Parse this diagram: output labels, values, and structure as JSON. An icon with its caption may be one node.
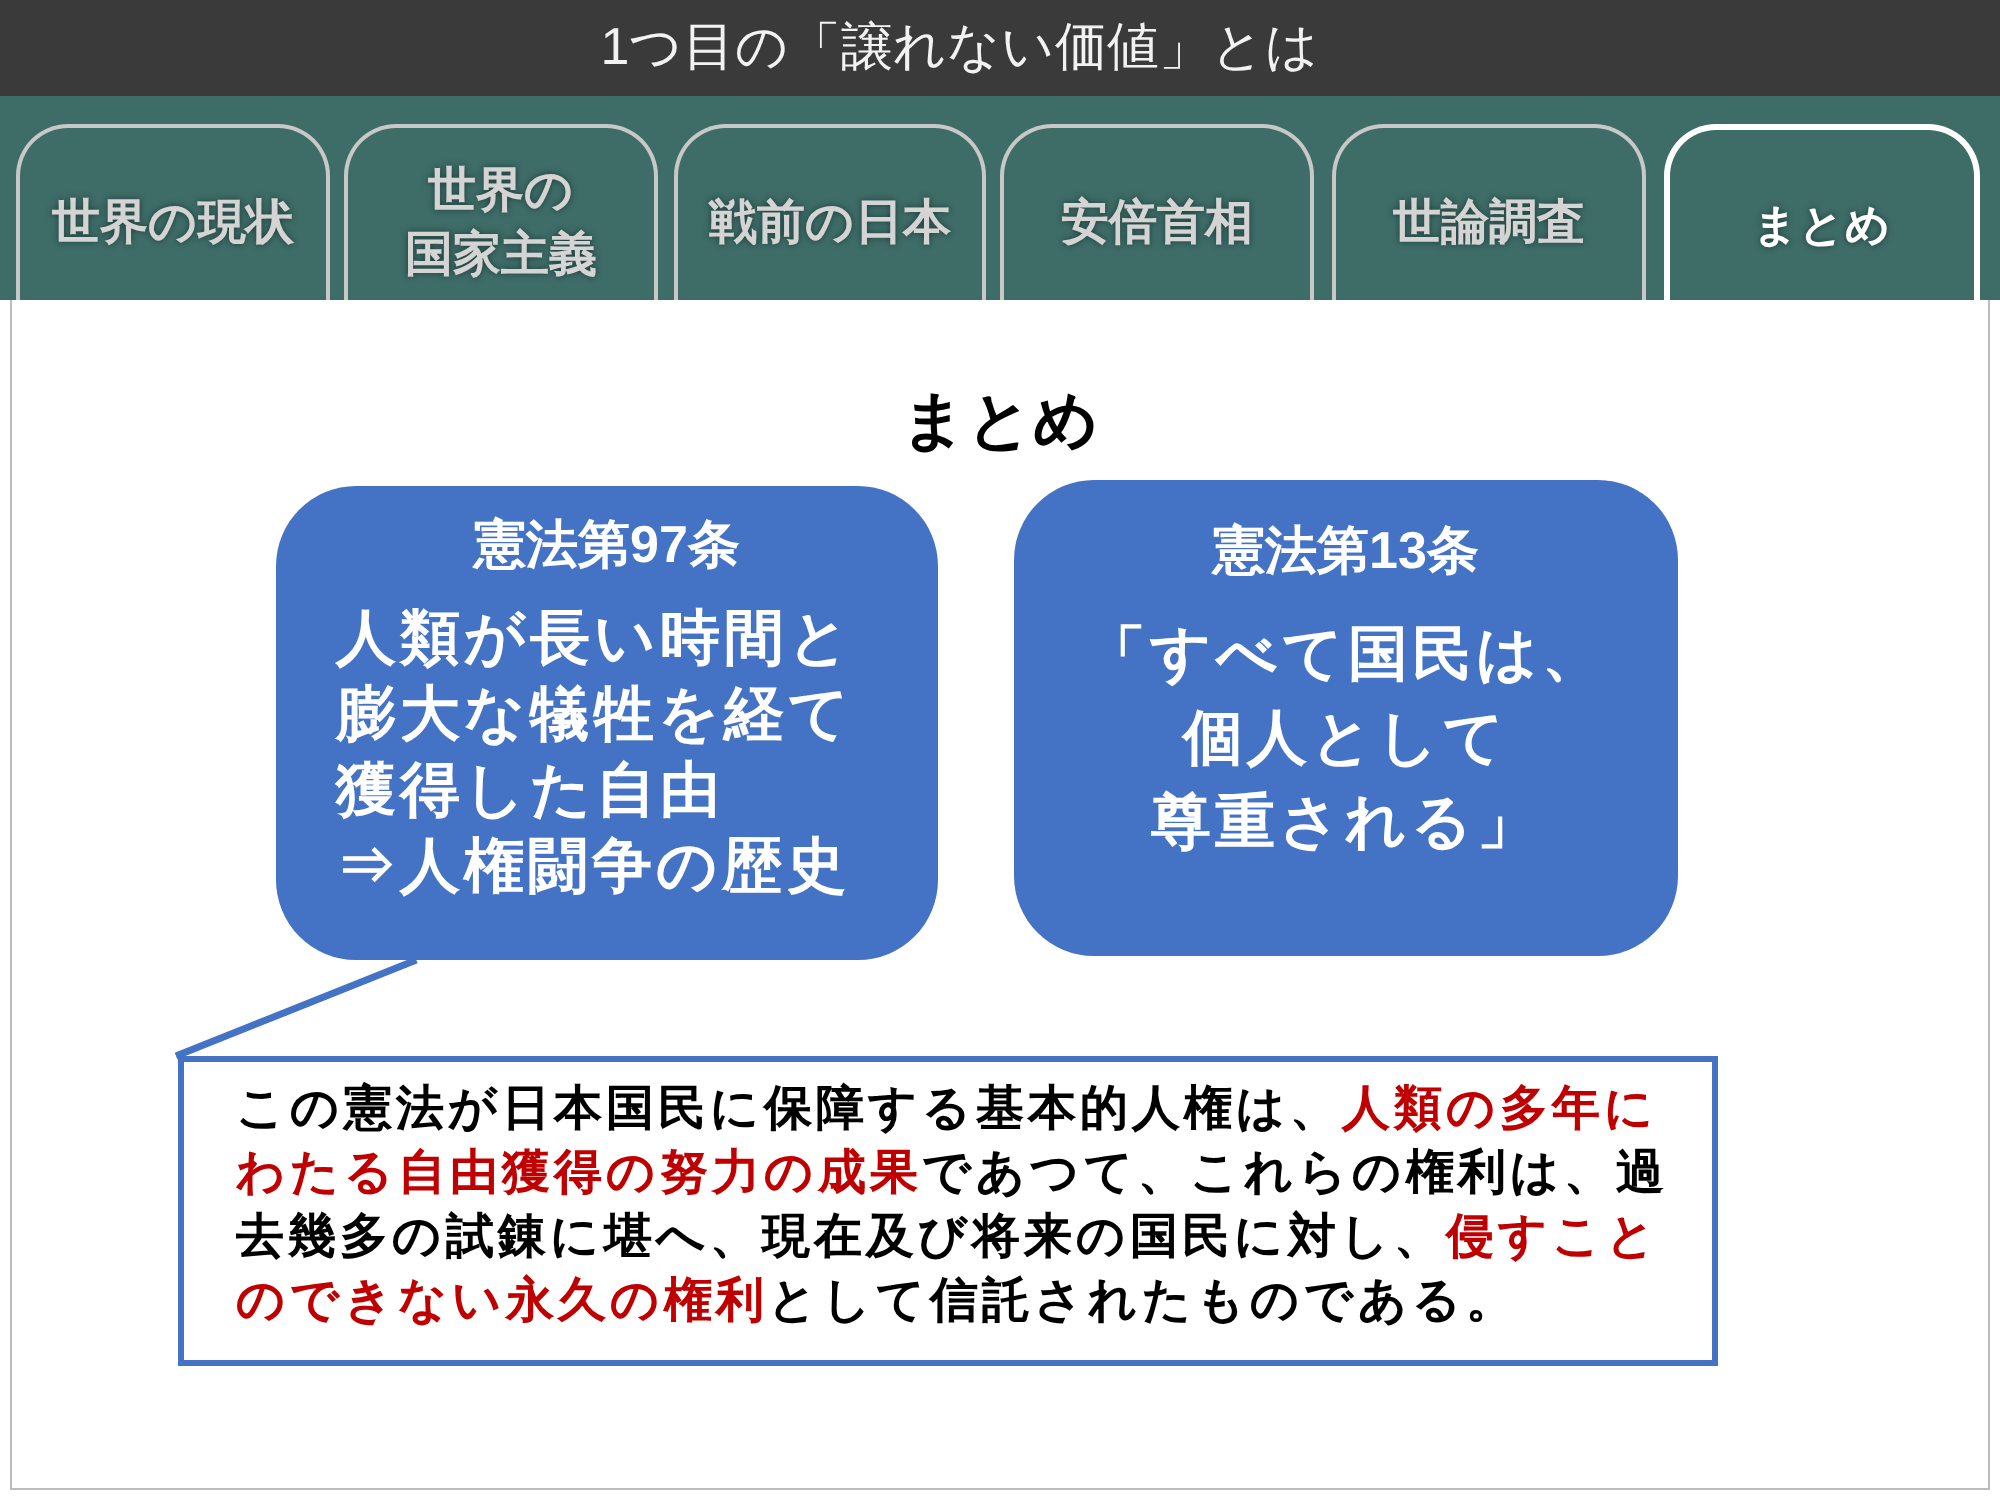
{
  "diagram": {
    "title": "1つ目の「譲れない価値」とは",
    "nodes": [
      {
        "text": [
          "世界の現状"
        ]
      },
      {
        "text": [
          "世界の国家主義"
        ]
      },
      {
        "text": [
          "戦前の日本"
        ]
      },
      {
        "text": [
          "安倍首相"
        ]
      },
      {
        "text": [
          "世論調査"
        ]
      },
      {
        "text": [
          "まとめ"
        ]
      },
      {
        "text": [
          "まとめ"
        ]
      },
      {
        "text": [
          "憲法第97条",
          "人類が長い時間と膨大な犠牲を経て獲得した自由",
          "⇒人権闘争の歴史"
        ],
        "in": 6
      },
      {
        "text": [
          "憲法第13条",
          "「すべて国民は、個人として尊重される」"
        ],
        "in": 6
      },
      {
        "text": [
          "この憲法が日本国民に保障する基本的人権は、**人類の多年にわたる自由獲得の努力の成果**であつて、これらの権利は、過去幾多の試錬に堪へ、現在及び将来の国民に対し、**侵すことのできない永久の権利**として信託されたものである。"
        ],
        "in": 6
      }
    ],
    "edges": [
      {
        "from": 7,
        "to": 9,
        "arrow": "none"
      }
    ]
  }
}
